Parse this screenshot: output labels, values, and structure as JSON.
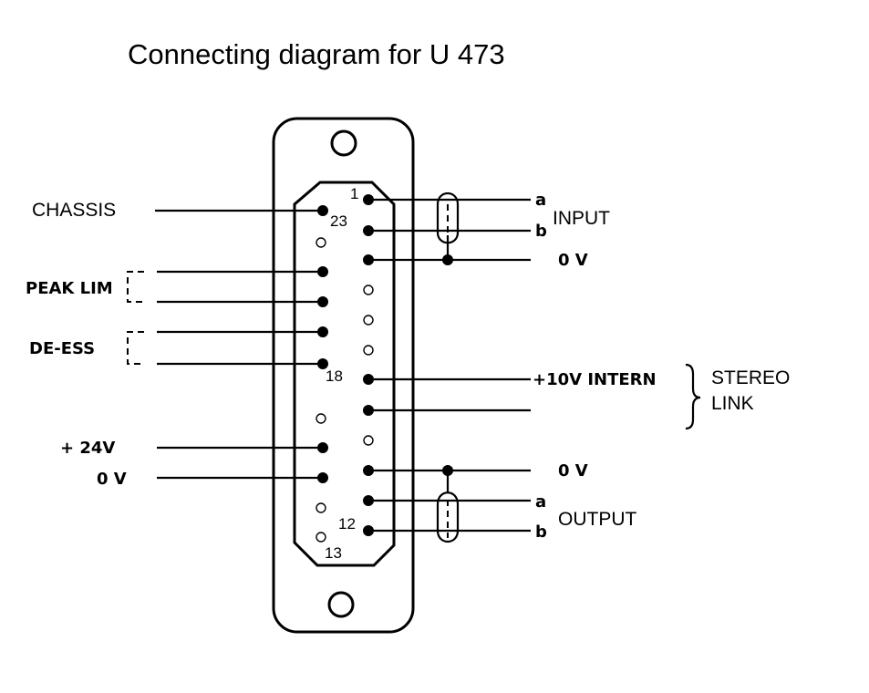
{
  "title": "Connecting diagram for U 473",
  "labels": {
    "chassis": "CHASSIS",
    "peak_lim": "PEAK LIM",
    "de_ess": "DE-ESS",
    "plus_24v": "+ 24V",
    "zero_v_left": "0 V",
    "input_a": "a",
    "input_b": "b",
    "input": "INPUT",
    "input_0v": "0 V",
    "plus_10v_intern": "+10V INTERN",
    "stereo": "STEREO",
    "link": "LINK",
    "output_0v": "0 V",
    "output_a": "a",
    "output_b": "b",
    "output": "OUTPUT"
  },
  "pin_numbers": {
    "p1": "1",
    "p23": "23",
    "p18": "18",
    "p12": "12",
    "p13": "13"
  }
}
